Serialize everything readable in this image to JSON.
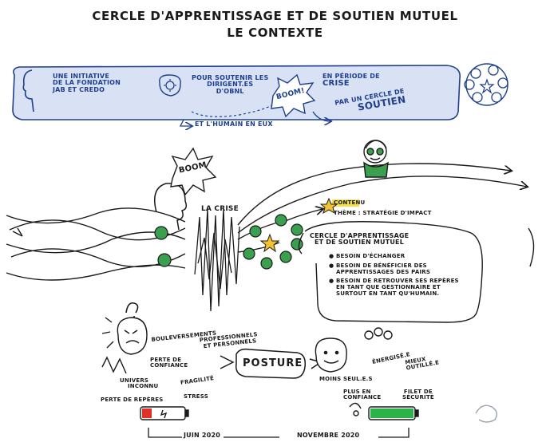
{
  "title": {
    "line1": "CERCLE D'APPRENTISSAGE ET DE SOUTIEN MUTUEL",
    "line2": "LE CONTEXTE"
  },
  "banner": {
    "initiative": [
      "UNE INITIATIVE",
      "DE LA FONDATION",
      "JAB ET CREDO"
    ],
    "support": [
      "POUR SOUTENIR LES",
      "DIRIGENT.ES",
      "D'OBNL"
    ],
    "boom": "BOOM!",
    "crisis": [
      "EN PÉRIODE DE",
      "CRISE"
    ],
    "human": "ET L'HUMAIN EN EUX",
    "circle": [
      "PAR UN CERCLE DE",
      "SOUTIEN"
    ]
  },
  "diagram": {
    "boom": "BOOM",
    "crisis_label": "LA CRISE",
    "contenu": "CONTENU",
    "theme": "THÈME : STRATÉGIE D'IMPACT",
    "cercle_title": [
      "CERCLE D'APPRENTISSAGE",
      "ET DE SOUTIEN MUTUEL"
    ],
    "bullets": [
      [
        "BESOIN D'ÉCHANGER"
      ],
      [
        "BESOIN DE BÉNÉFICIER DES",
        "APPRENTISSAGES DES PAIRS"
      ],
      [
        "BESOIN DE RETROUVER SES REPÈRES",
        "EN TANT QUE GESTIONNAIRE ET",
        "SURTOUT EN TANT QU'HUMAIN."
      ]
    ]
  },
  "left_state": {
    "bouleversements": [
      "BOULEVERSEMENTS",
      "PROFESSIONNELS",
      "ET PERSONNELS"
    ],
    "perte_confiance": [
      "PERTE DE",
      "CONFIANCE"
    ],
    "univers": [
      "UNIVERS",
      "INCONNU"
    ],
    "fragilite": "FRAGILITÉ",
    "perte_reperes": "PERTE DE REPÈRES",
    "stress": "STRESS"
  },
  "posture": "POSTURE",
  "right_state": {
    "energise": "ÉNERGISÉ.E",
    "mieux": [
      "MIEUX",
      "OUTILLÉ.E"
    ],
    "moins_seul": "MOINS SEUL.E.S",
    "confiance": [
      "PLUS EN",
      "CONFIANCE"
    ],
    "filet": [
      "FILET DE",
      "SÉCURITÉ"
    ]
  },
  "timeline": {
    "start": "JUIN 2020",
    "end": "NOVEMBRE 2020"
  },
  "colors": {
    "ink": "#1a1a1a",
    "blue": "#1d3f8c",
    "banner_fill": "#d9e2f5",
    "star": "#f2c230",
    "battery_red": "#e0302a",
    "battery_green": "#2bb34a",
    "face_green": "#3aa050",
    "highlight": "#f5e04a"
  }
}
